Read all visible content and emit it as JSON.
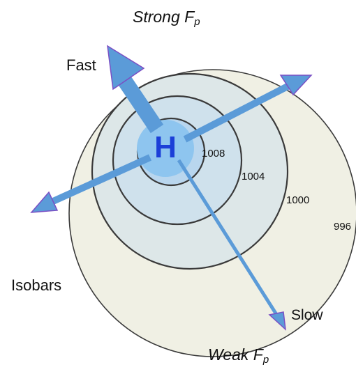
{
  "labels": {
    "strong": "Strong F",
    "strong_sub": "p",
    "weak": "Weak F",
    "weak_sub": "p",
    "fast": "Fast",
    "slow": "Slow",
    "isobars": "Isobars",
    "center": "H"
  },
  "isobars": [
    {
      "value": "996",
      "color": "#f0f0e4"
    },
    {
      "value": "1000",
      "color": "#dde7e8"
    },
    {
      "value": "1004",
      "color": "#cfe1ec"
    },
    {
      "value": "1008",
      "color": "#b9d6ee"
    }
  ],
  "colors": {
    "center_disc": "#8ec5ef",
    "center_letter": "#1b3fd8",
    "arrow": "#5b9bd8",
    "arrow_head_edge": "#7a4fc4",
    "ring_stroke": "#3a3a3a"
  }
}
